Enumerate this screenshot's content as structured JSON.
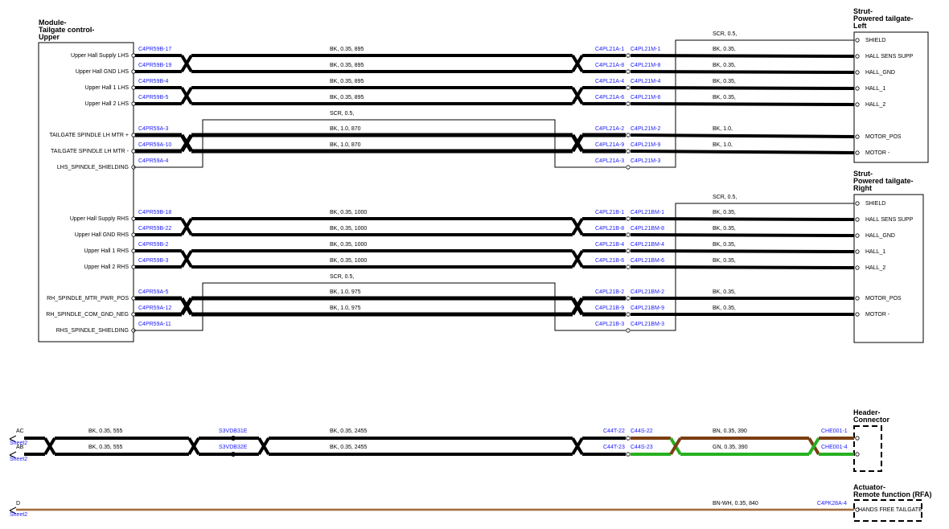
{
  "modules": {
    "tailgate_control": {
      "title": [
        "Module-",
        "Tailgate control-",
        "Upper"
      ]
    },
    "strut_left": {
      "title": [
        "Strut-",
        "Powered tailgate-",
        "Left"
      ]
    },
    "strut_right": {
      "title": [
        "Strut-",
        "Powered tailgate-",
        "Right"
      ]
    },
    "header_connector": {
      "title": [
        "Header-",
        "Connector"
      ]
    },
    "actuator_rfa": {
      "title": [
        "Actuator-",
        "Remote function (RFA)"
      ]
    }
  },
  "pins_left": [
    "Upper Hall Supply LHS",
    "Upper Hall GND LHS",
    "Upper Hall 1 LHS",
    "Upper Hall 2 LHS",
    "TAILGATE SPINDLE LH MTR +",
    "TAILGATE SPINDLE LH MTR -",
    "LHS_SPINDLE_SHIELDING",
    "Upper Hall Supply RHS",
    "Upper Hall GND RHS",
    "Upper Hall 1 RHS",
    "Upper Hall 2 RHS",
    "RH_SPINDLE_MTR_PWR_POS",
    "RH_SPINDLE_COM_GND_NEG",
    "RHS_SPINDLE_SHIELDING"
  ],
  "pins_strut_left": [
    "SHIELD",
    "HALL SENS SUPP",
    "HALL_GND",
    "HALL_1",
    "HALL_2",
    "MOTOR_POS",
    "MOTOR -"
  ],
  "pins_strut_right": [
    "SHIELD",
    "HALL SENS SUPP",
    "HALL_GND",
    "HALL_1",
    "HALL_2",
    "MOTOR_POS",
    "MOTOR -"
  ],
  "left_connectors": [
    "C4PR59B-17",
    "C4PR59B-19",
    "C4PR59B-4",
    "C4PR59B-5",
    "C4PR59A-3",
    "C4PR59A-10",
    "C4PR59A-4",
    "C4PR59B-18",
    "C4PR59B-22",
    "C4PR59B-2",
    "C4PR59B-3",
    "C4PR59A-5",
    "C4PR59A-12",
    "C4PR59A-11"
  ],
  "mid_connectors": [
    "C4PL21A-1",
    "C4PL21A-8",
    "C4PL21A-4",
    "C4PL21A-6",
    "C4PL21A-2",
    "C4PL21A-9",
    "C4PL21A-3",
    "C4PL21B-1",
    "C4PL21B-8",
    "C4PL21B-4",
    "C4PL21B-6",
    "C4PL21B-2",
    "C4PL21B-9",
    "C4PL21B-3"
  ],
  "mid_connectors_b": [
    "C4PL21M-1",
    "C4PL21M-8",
    "C4PL21M-4",
    "C4PL21M-6",
    "C4PL21M-2",
    "C4PL21M-9",
    "C4PL21M-3",
    "C4PL21BM-1",
    "C4PL21BM-8",
    "C4PL21BM-4",
    "C4PL21BM-6",
    "C4PL21BM-2",
    "C4PL21BM-9",
    "C4PL21BM-3"
  ],
  "wire_labels_left": [
    "BK,  0.35,  895",
    "BK,  0.35,  895",
    "BK,  0.35,  895",
    "BK,  0.35,  895",
    "SCR,  0.5,",
    "BK,  1.0,  870",
    "BK,  1.0,  870",
    "BK,  0.35,  1000",
    "BK,  0.35,  1000",
    "BK,  0.35,  1000",
    "BK,  0.35,  1000",
    "SCR,  0.5,",
    "BK,  1.0,  975",
    "BK,  1.0,  975"
  ],
  "wire_labels_right": [
    "SCR,  0.5,",
    "BK,  0.35,",
    "BK,  0.35,",
    "BK,  0.35,",
    "BK,  0.35,",
    "BK,  1.0,",
    "BK,  1.0,",
    "SCR,  0.5,",
    "BK,  0.35,",
    "BK,  0.35,",
    "BK,  0.35,",
    "BK,  0.35,",
    "BK,  0.35,",
    "BK,  0.35,"
  ],
  "bottom": {
    "sheet_ref": "Sheet2",
    "lines": [
      {
        "signal": "AC",
        "wire1": "BK,  0.35,  555",
        "splice": "S3VDB31E",
        "wire2": "BK,  0.35,  2455",
        "conn_a": "C44T-22",
        "conn_b": "C44S-22",
        "wire3": "BN,  0.35,  390",
        "conn_end": "CHE001-1"
      },
      {
        "signal": "AB",
        "wire1": "BK,  0.35,  555",
        "splice": "S3VDB32E",
        "wire2": "BK,  0.35,  2455",
        "conn_a": "C44T-23",
        "conn_b": "C44S-23",
        "wire3": "GN,  0.35,  390",
        "conn_end": "CHE001-4"
      },
      {
        "signal": "D",
        "wire3": "BN-WH,  0.35,  840",
        "conn_end": "C4PK28A-4",
        "pin": "HANDS FREE TAILGATE"
      }
    ]
  },
  "colors": {
    "wire_black": "#000000",
    "wire_brown": "#7a3e12",
    "wire_green": "#27b021",
    "wire_tan": "#c8a07a",
    "connector_text": "#1a1aff"
  }
}
